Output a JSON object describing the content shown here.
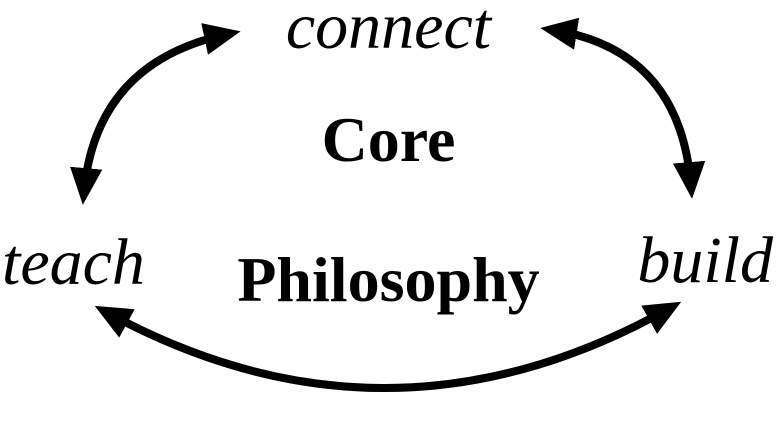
{
  "diagram": {
    "title": "Core Philosophy",
    "title_line1": "Core",
    "title_line2": "Philosophy",
    "nodes": {
      "top": "connect",
      "left": "teach",
      "right": "build"
    },
    "arrows": [
      {
        "from": "teach",
        "to": "connect",
        "bidirectional": true,
        "position": "upper-left-arc"
      },
      {
        "from": "connect",
        "to": "build",
        "bidirectional": true,
        "position": "upper-right-arc"
      },
      {
        "from": "teach",
        "to": "build",
        "bidirectional": true,
        "position": "bottom-arc"
      }
    ],
    "colors": {
      "text": "#000000",
      "arrow": "#000000",
      "background": "#ffffff"
    }
  }
}
